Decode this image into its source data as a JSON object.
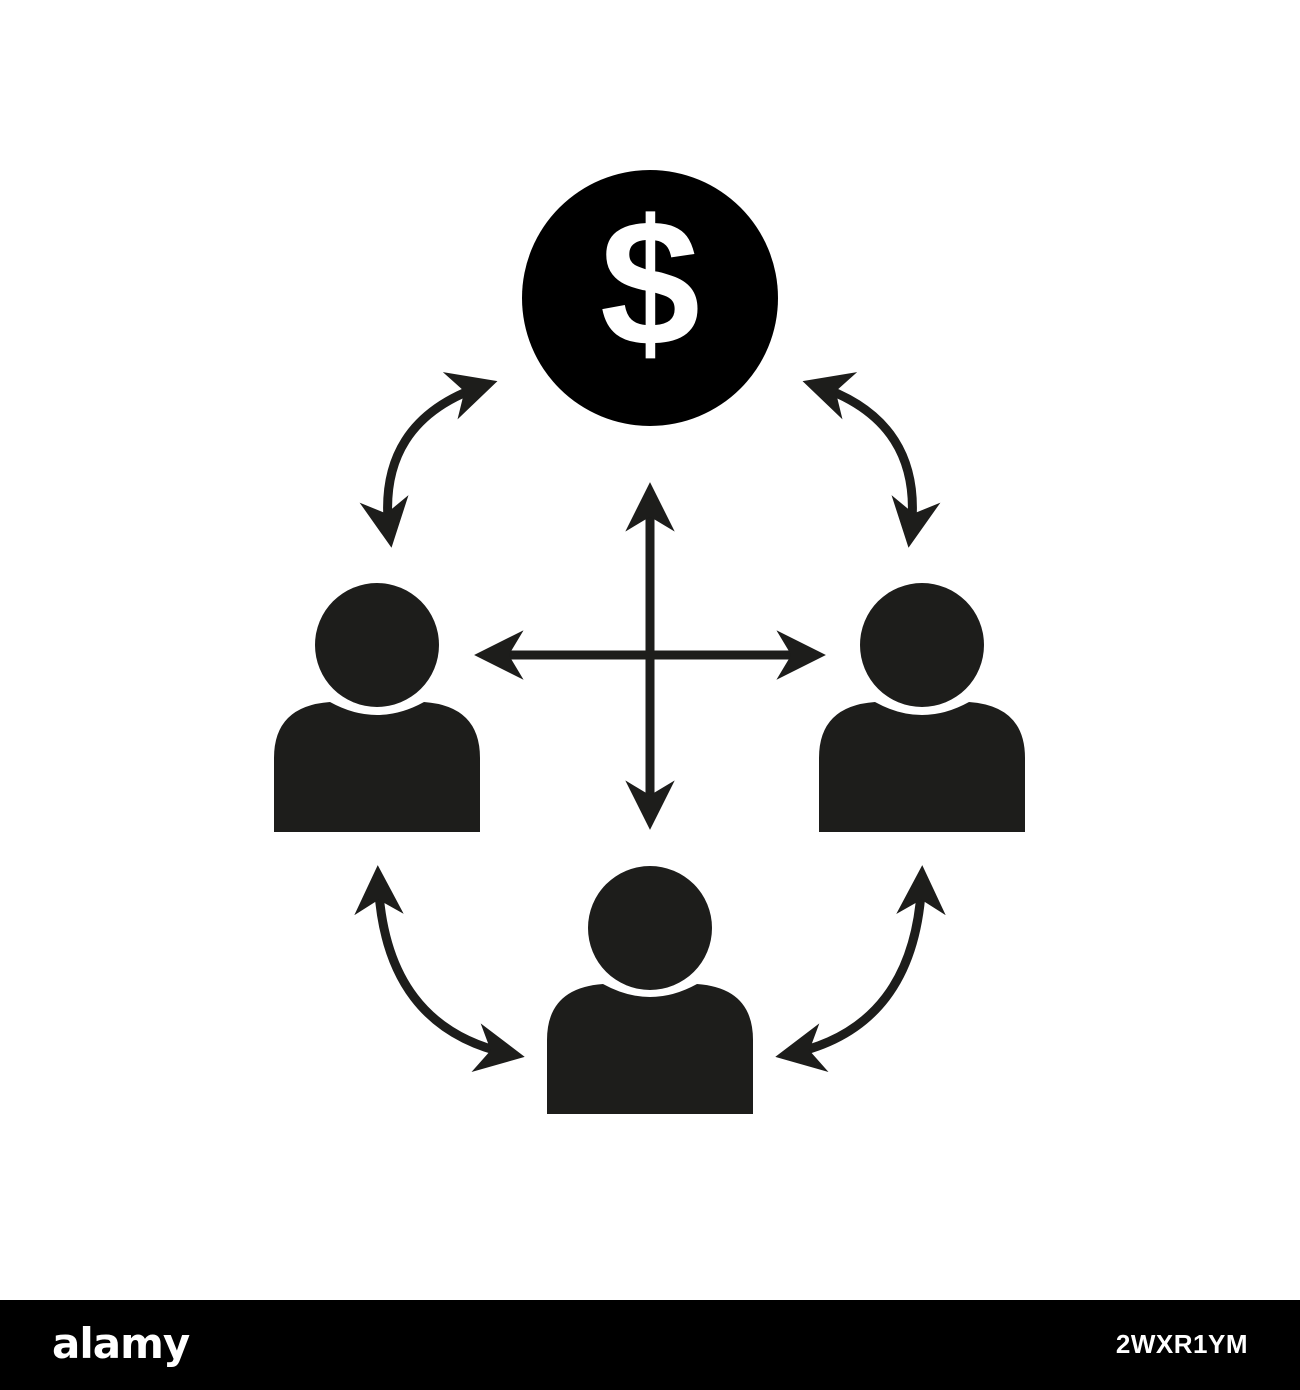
{
  "diagram": {
    "currency_symbol": "$",
    "ink_color": "#1d1d1b",
    "background_color": "#ffffff",
    "nodes": [
      {
        "id": "money",
        "icon": "dollar-coin-icon"
      },
      {
        "id": "person-left",
        "icon": "person-icon"
      },
      {
        "id": "person-right",
        "icon": "person-icon"
      },
      {
        "id": "person-bottom",
        "icon": "person-icon"
      }
    ],
    "connections": [
      {
        "from": "money",
        "to": "person-left",
        "style": "curved-double-arrow"
      },
      {
        "from": "money",
        "to": "person-right",
        "style": "curved-double-arrow"
      },
      {
        "from": "person-left",
        "to": "person-bottom",
        "style": "curved-double-arrow"
      },
      {
        "from": "person-right",
        "to": "person-bottom",
        "style": "curved-double-arrow"
      },
      {
        "from": "money",
        "to": "person-bottom",
        "style": "straight-double-arrow"
      },
      {
        "from": "person-left",
        "to": "person-right",
        "style": "straight-double-arrow"
      }
    ]
  },
  "watermark": {
    "brand": "alamy",
    "image_id": "2WXR1YM",
    "bar_color": "#000000"
  }
}
